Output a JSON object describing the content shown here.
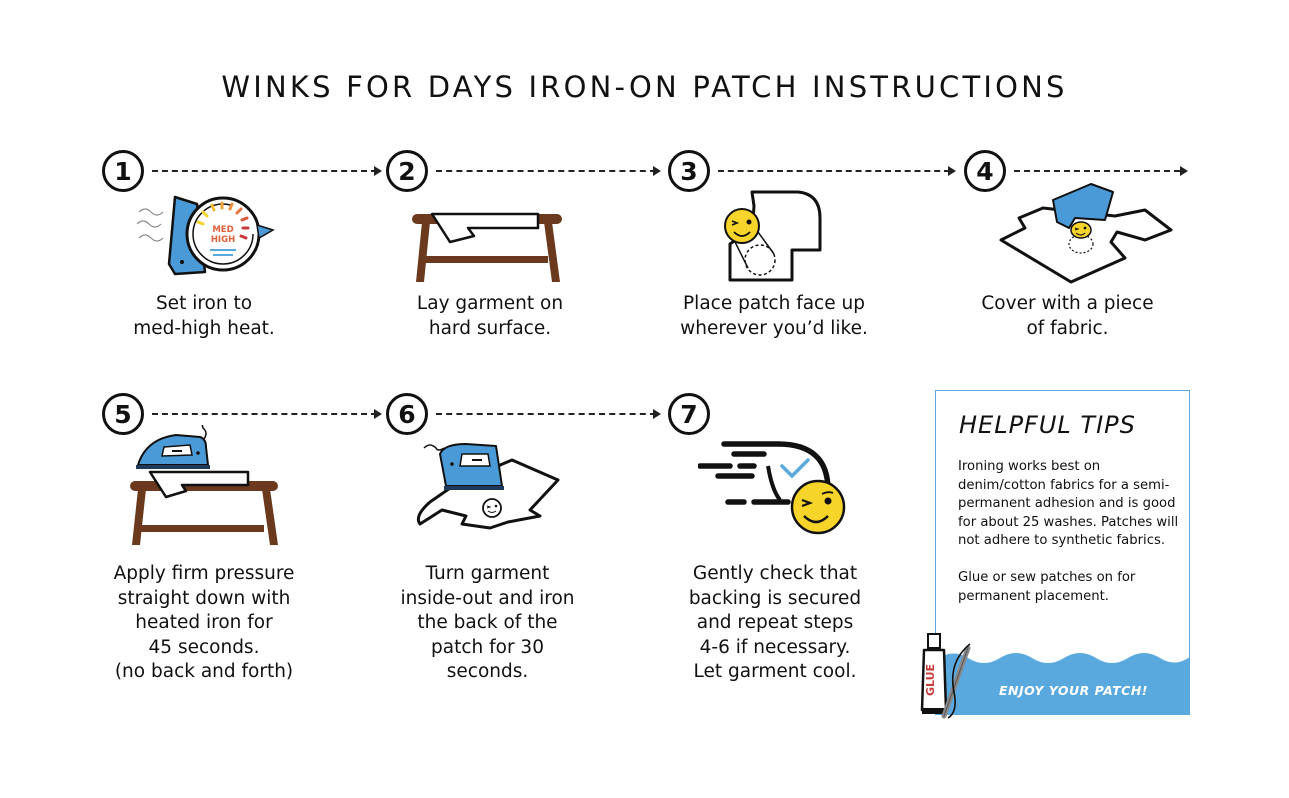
{
  "title": "WINKS FOR DAYS IRON-ON PATCH INSTRUCTIONS",
  "colors": {
    "iron_blue": "#4a9ad8",
    "wood_brown": "#6b3a1e",
    "emoji_yellow": "#f7d42a",
    "tips_blue": "#5aa9de",
    "text": "#111111"
  },
  "steps": [
    {
      "number": "1",
      "icon": "iron-heat-dial-icon",
      "dial_label_1": "MED",
      "dial_label_2": "HIGH",
      "lines": [
        "Set iron to",
        "med-high heat."
      ]
    },
    {
      "number": "2",
      "icon": "garment-on-table-icon",
      "lines": [
        "Lay garment on",
        "hard surface."
      ]
    },
    {
      "number": "3",
      "icon": "patch-on-shirt-icon",
      "lines": [
        "Place patch face up",
        "wherever you’d like."
      ]
    },
    {
      "number": "4",
      "icon": "fabric-cover-shirt-icon",
      "lines": [
        "Cover with a piece",
        "of fabric."
      ]
    },
    {
      "number": "5",
      "icon": "iron-on-table-icon",
      "lines": [
        "Apply firm pressure",
        "straight down with",
        "heated iron for",
        "45 seconds.",
        "(no back and forth)"
      ]
    },
    {
      "number": "6",
      "icon": "iron-inside-out-garment-icon",
      "lines": [
        "Turn garment",
        "inside-out and iron",
        "the back of the",
        "patch for 30",
        "seconds."
      ]
    },
    {
      "number": "7",
      "icon": "timer-wink-emoji-icon",
      "lines": [
        "Gently check that",
        "backing is secured",
        "and repeat steps",
        "4-6 if necessary.",
        "Let garment cool."
      ]
    }
  ],
  "tips": {
    "title": "HELPFUL TIPS",
    "paragraph_1": "Ironing works best on denim/cotton fabrics for a semi-permanent adhesion and is good for about 25 washes. Patches will not adhere to synthetic fabrics.",
    "paragraph_2": "Glue or sew patches on for permanent placement.",
    "footer": "ENJOY YOUR PATCH!",
    "glue_label": "GLUE"
  }
}
